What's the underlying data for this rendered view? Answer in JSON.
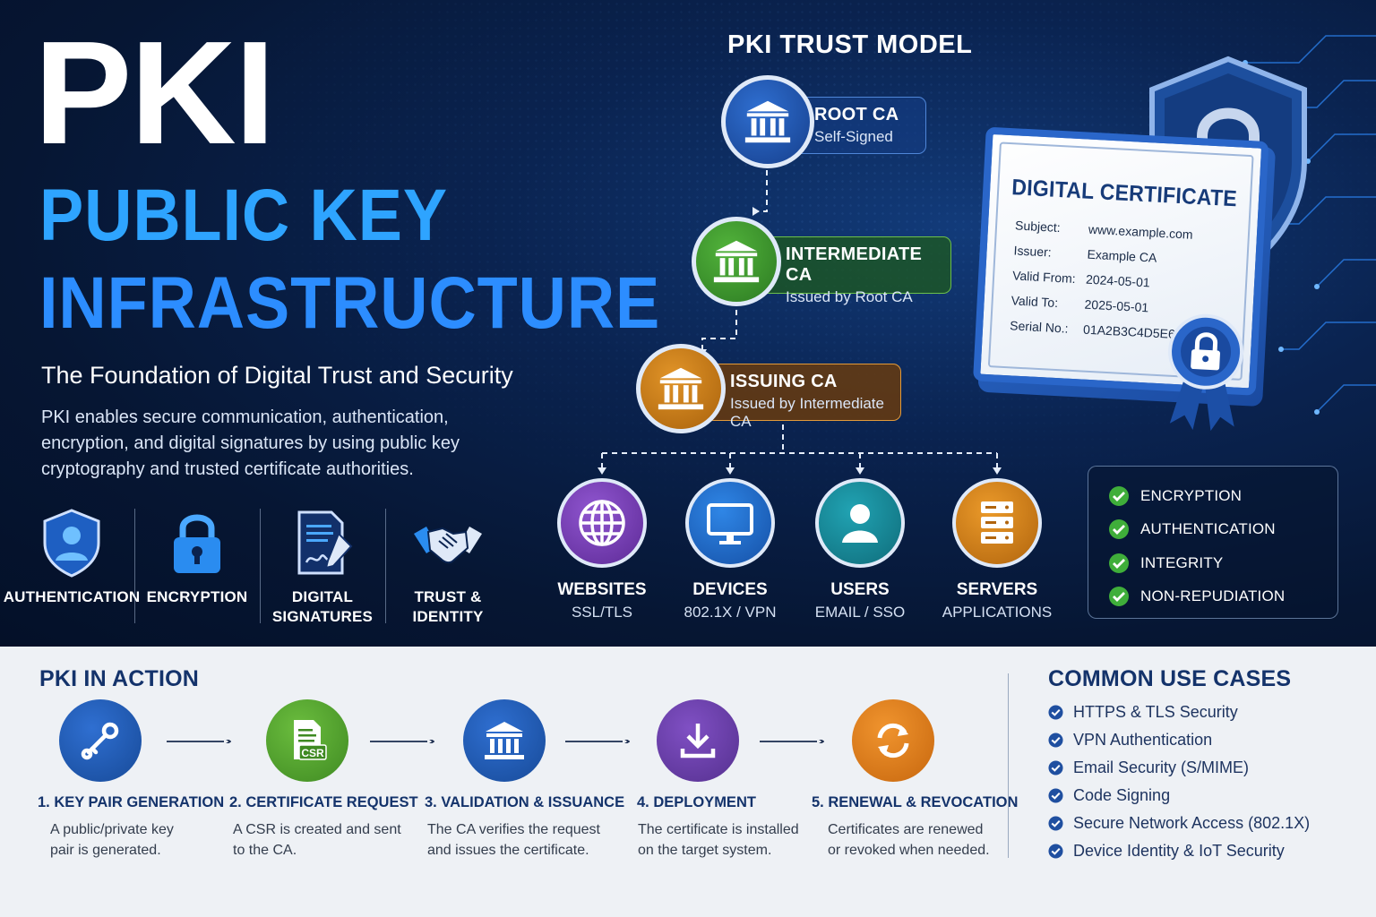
{
  "hero": {
    "acronym": "PKI",
    "title_line1": "PUBLIC KEY",
    "title_line2": "INFRASTRUCTURE",
    "tagline": "The Foundation of Digital Trust and Security",
    "description": "PKI enables secure communication, authentication, encryption, and digital signatures by using public key cryptography and trusted certificate authorities."
  },
  "features": [
    {
      "label": "AUTHENTICATION",
      "icon": "user-shield-icon"
    },
    {
      "label": "ENCRYPTION",
      "icon": "padlock-icon"
    },
    {
      "label": "DIGITAL\nSIGNATURES",
      "icon": "signed-document-icon"
    },
    {
      "label": "TRUST &\nIDENTITY",
      "icon": "handshake-icon"
    }
  ],
  "trust_model": {
    "title": "PKI TRUST MODEL",
    "root": {
      "name": "ROOT CA",
      "sub": "Self-Signed",
      "color": "#1e4fa8"
    },
    "intermediate": {
      "name": "INTERMEDIATE CA",
      "sub": "Issued by Root CA",
      "color": "#3c8f2c"
    },
    "issuing": {
      "name": "ISSUING CA",
      "sub": "Issued by Intermediate CA",
      "color": "#c97a12"
    },
    "endpoints": [
      {
        "name": "WEBSITES",
        "sub": "SSL/TLS",
        "icon": "globe-icon",
        "color": "#7a3fb5"
      },
      {
        "name": "DEVICES",
        "sub": "802.1X / VPN",
        "icon": "monitor-icon",
        "color": "#1f6fd0"
      },
      {
        "name": "USERS",
        "sub": "EMAIL / SSO",
        "icon": "user-icon",
        "color": "#178a9a"
      },
      {
        "name": "SERVERS",
        "sub": "APPLICATIONS",
        "icon": "server-icon",
        "color": "#d47b12"
      }
    ]
  },
  "certificate": {
    "title": "DIGITAL CERTIFICATE",
    "fields": [
      {
        "k": "Subject:",
        "v": "www.example.com"
      },
      {
        "k": "Issuer:",
        "v": "Example CA"
      },
      {
        "k": "Valid From:",
        "v": "2024-05-01"
      },
      {
        "k": "Valid To:",
        "v": "2025-05-01"
      },
      {
        "k": "Serial No.:",
        "v": "01A2B3C4D5E6F7"
      }
    ]
  },
  "properties": [
    "ENCRYPTION",
    "AUTHENTICATION",
    "INTEGRITY",
    "NON-REPUDIATION"
  ],
  "in_action": {
    "title": "PKI IN ACTION",
    "steps": [
      {
        "title": "1.  KEY PAIR GENERATION",
        "desc1": "A public/private key",
        "desc2": "pair is generated.",
        "icon": "key-icon",
        "color": "#1f5aa8"
      },
      {
        "title": "2.  CERTIFICATE REQUEST",
        "desc1": "A CSR is created and sent",
        "desc2": "to the CA.",
        "icon": "csr-document-icon",
        "color": "#5aa532",
        "badge": "CSR"
      },
      {
        "title": "3.  VALIDATION & ISSUANCE",
        "desc1": "The CA verifies the request",
        "desc2": "and issues the certificate.",
        "icon": "institution-icon",
        "color": "#1f5aa8"
      },
      {
        "title": "4.  DEPLOYMENT",
        "desc1": "The certificate is installed",
        "desc2": "on the target system.",
        "icon": "download-icon",
        "color": "#6a3eab"
      },
      {
        "title": "5.  RENEWAL & REVOCATION",
        "desc1": "Certificates are renewed",
        "desc2": "or revoked when needed.",
        "icon": "refresh-icon",
        "color": "#e0821f"
      }
    ]
  },
  "use_cases": {
    "title": "COMMON USE CASES",
    "items": [
      "HTTPS & TLS Security",
      "VPN Authentication",
      "Email Security (S/MIME)",
      "Code Signing",
      "Secure Network Access (802.1X)",
      "Device Identity & IoT Security"
    ]
  }
}
